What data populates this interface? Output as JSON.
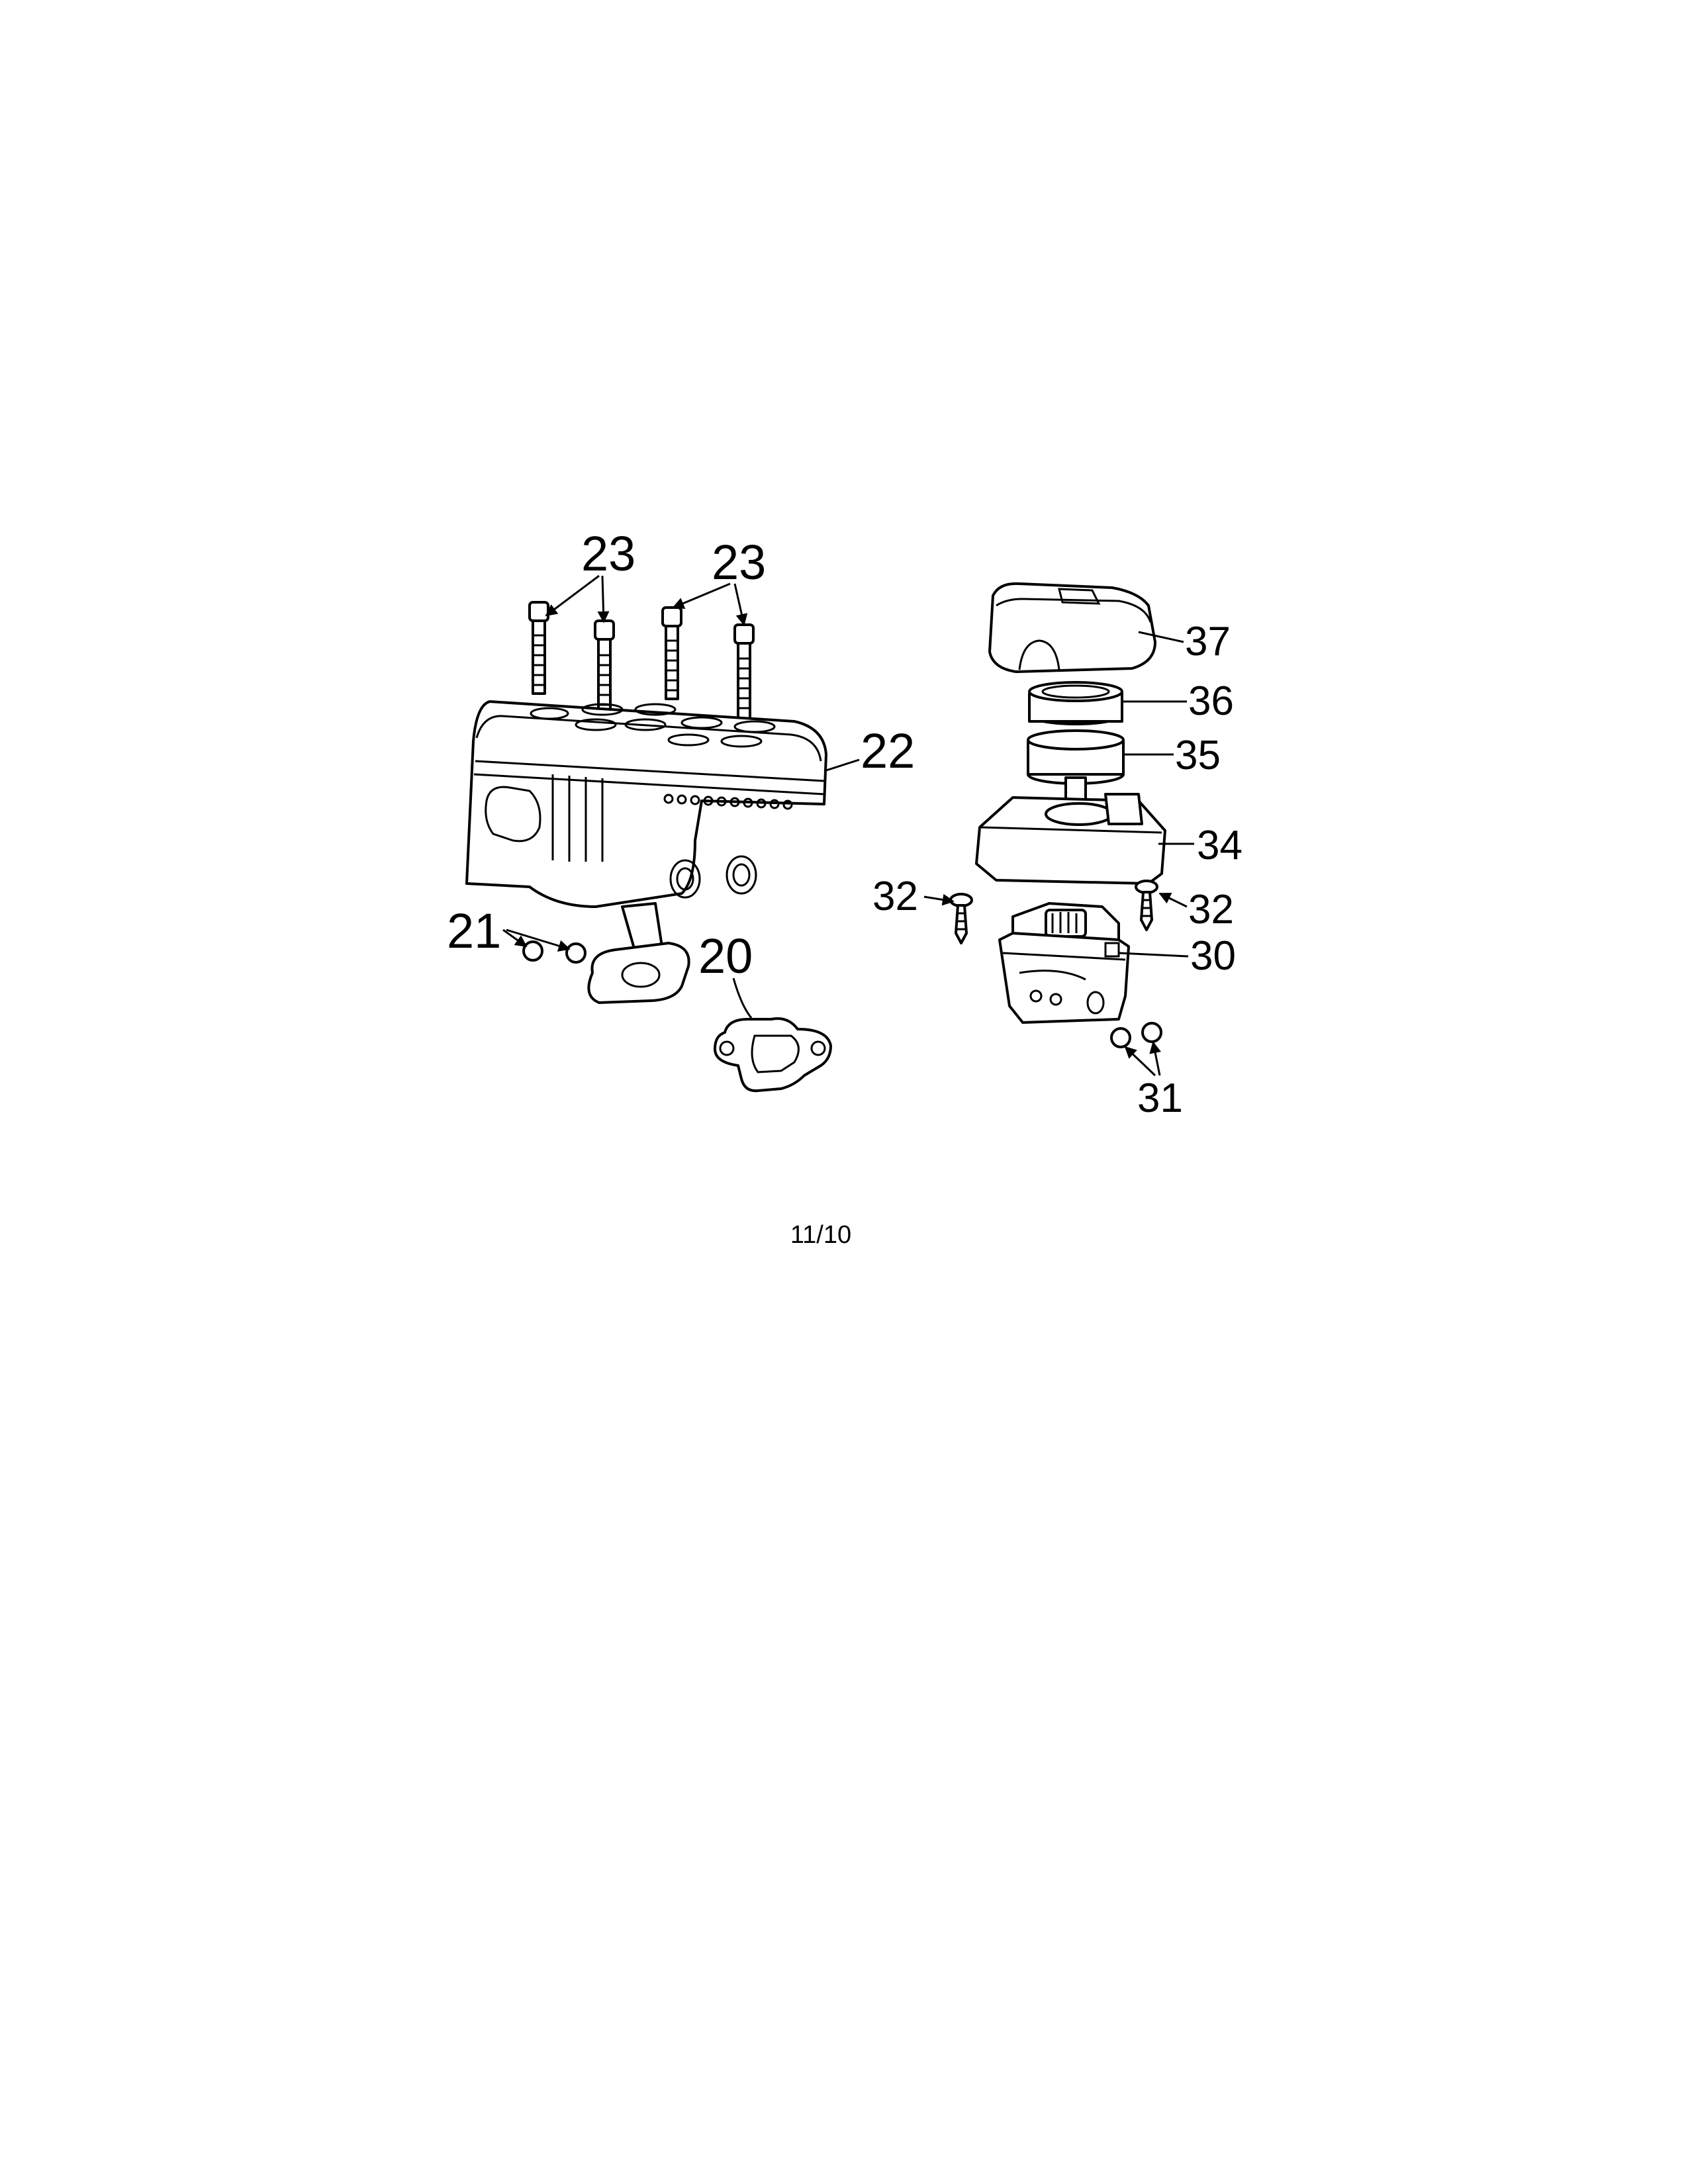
{
  "callouts": [
    "23",
    "23",
    "37",
    "36",
    "35",
    "22",
    "34",
    "32",
    "32",
    "21",
    "20",
    "30",
    "31"
  ],
  "page_number": "11/10",
  "colors": {
    "ink": "#000000",
    "paper": "#ffffff"
  }
}
